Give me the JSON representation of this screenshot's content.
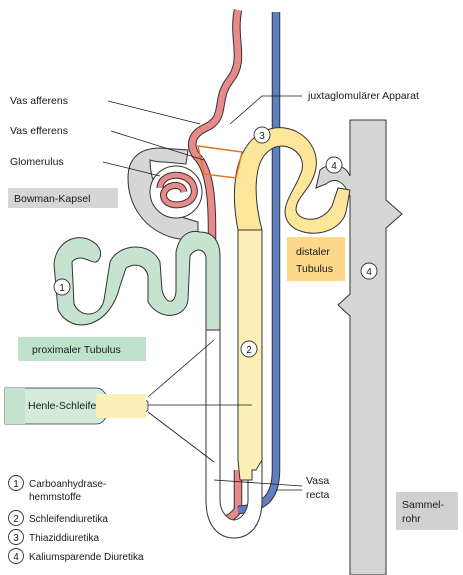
{
  "labels": {
    "vas_afferens": "Vas afferens",
    "vas_efferens": "Vas efferens",
    "glomerulus": "Glomerulus",
    "bowman_kapsel": "Bowman-Kapsel",
    "juxtaglomerular": "juxtaglomulärer Apparat",
    "distaler_line1": "distaler",
    "distaler_line2": "Tubulus",
    "proximaler_tubulus": "proximaler Tubulus",
    "henle_schleife": "Henle-Schleife",
    "vasa_recta_line1": "Vasa",
    "vasa_recta_line2": "recta",
    "sammelrohr_line1": "Sammel-",
    "sammelrohr_line2": "rohr"
  },
  "markers": {
    "m1": "1",
    "m2": "2",
    "m3": "3",
    "m4": "4"
  },
  "legend": [
    {
      "number": "1",
      "line1": "Carboanhydrase-",
      "line2": "hemmstoffe"
    },
    {
      "number": "2",
      "line1": "Schleifendiuretika",
      "line2": ""
    },
    {
      "number": "3",
      "line1": "Thiaziddiuretika",
      "line2": ""
    },
    {
      "number": "4",
      "line1": "Kaliumsparende Diuretika",
      "line2": ""
    }
  ],
  "colors": {
    "artery": "#e88a8a",
    "vein": "#5f7fc0",
    "proximal": "#c6e3cf",
    "proximal_label_bg": "#bfe2cb",
    "henle": "#fbf0b8",
    "distal": "#fde69a",
    "distal_label_bg": "#fcd98a",
    "collecting": "#d6d6d6",
    "collecting_label_bg": "#d0d0d0",
    "outline": "#333333",
    "jga": "#e0731c"
  }
}
